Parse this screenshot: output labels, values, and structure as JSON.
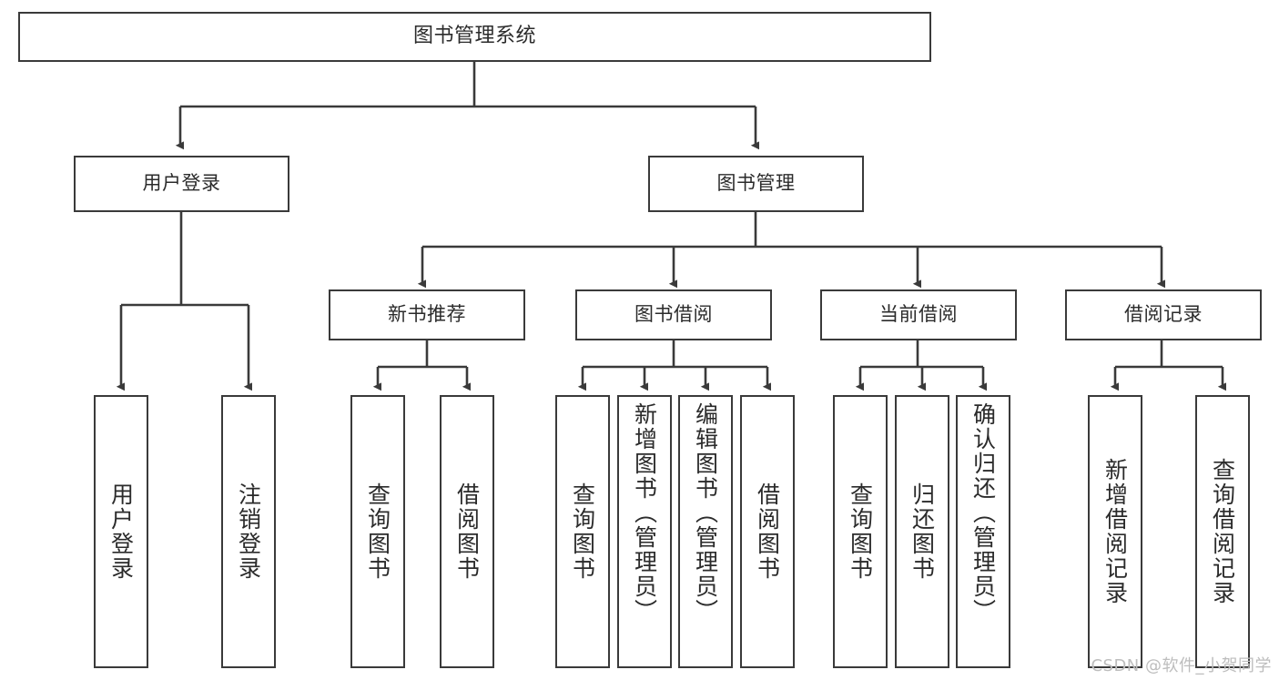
{
  "diagram": {
    "title": "图书管理系统",
    "type": "tree-hierarchy-chart",
    "stroke_color": "#3a3a3a",
    "text_color": "#2b2b2b",
    "background_color": "#ffffff"
  },
  "root": {
    "label": "图书管理系统"
  },
  "level2": [
    {
      "label": "用户登录"
    },
    {
      "label": "图书管理"
    }
  ],
  "level3": [
    {
      "label": "新书推荐"
    },
    {
      "label": "图书借阅"
    },
    {
      "label": "当前借阅"
    },
    {
      "label": "借阅记录"
    }
  ],
  "leaves": {
    "user_login": [
      {
        "label": "用户登录"
      },
      {
        "label": "注销登录"
      }
    ],
    "new_book_recommend": [
      {
        "label": "查询图书"
      },
      {
        "label": "借阅图书"
      }
    ],
    "book_borrow": [
      {
        "label": "查询图书"
      },
      {
        "label": "新增图书（管理员）"
      },
      {
        "label": "编辑图书（管理员）"
      },
      {
        "label": "借阅图书"
      }
    ],
    "current_borrow": [
      {
        "label": "查询图书"
      },
      {
        "label": "归还图书"
      },
      {
        "label": "确认归还（管理员）"
      }
    ],
    "borrow_record": [
      {
        "label": "新增借阅记录"
      },
      {
        "label": "查询借阅记录"
      }
    ]
  },
  "watermark": {
    "text": "CSDN @软件_小贺同学"
  }
}
